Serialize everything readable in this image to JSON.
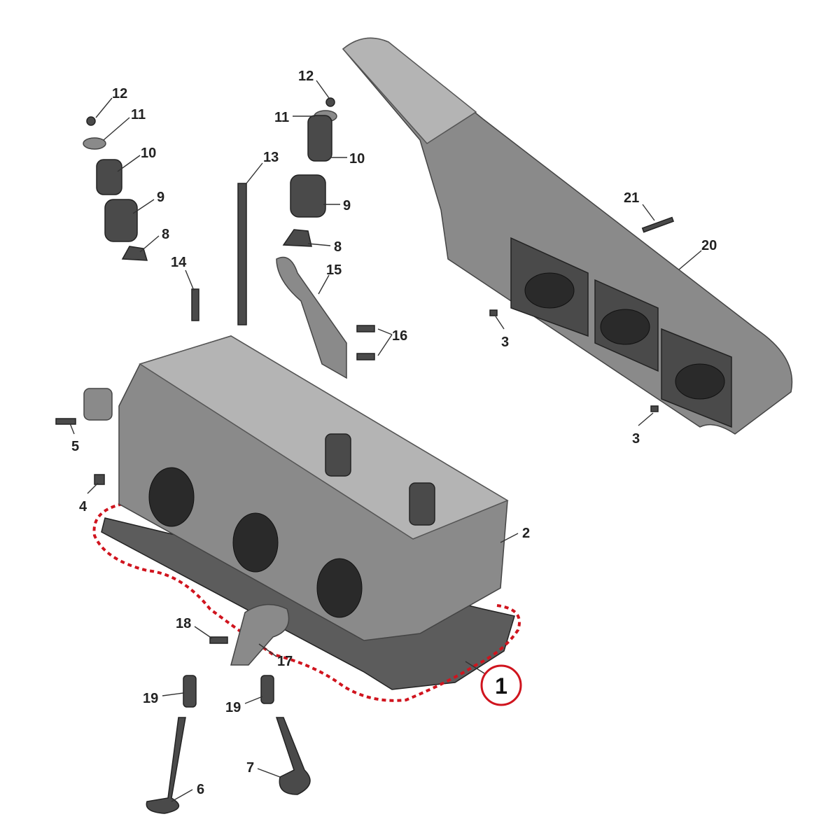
{
  "diagram": {
    "callouts": [
      {
        "id": "c12a",
        "text": "12"
      },
      {
        "id": "c11a",
        "text": "11"
      },
      {
        "id": "c10a",
        "text": "10"
      },
      {
        "id": "c9a",
        "text": "9"
      },
      {
        "id": "c8a",
        "text": "8"
      },
      {
        "id": "c12b",
        "text": "12"
      },
      {
        "id": "c11b",
        "text": "11"
      },
      {
        "id": "c10b",
        "text": "10"
      },
      {
        "id": "c9b",
        "text": "9"
      },
      {
        "id": "c8b",
        "text": "8"
      },
      {
        "id": "c13",
        "text": "13"
      },
      {
        "id": "c14",
        "text": "14"
      },
      {
        "id": "c15",
        "text": "15"
      },
      {
        "id": "c16",
        "text": "16"
      },
      {
        "id": "c21",
        "text": "21"
      },
      {
        "id": "c20",
        "text": "20"
      },
      {
        "id": "c3a",
        "text": "3"
      },
      {
        "id": "c3b",
        "text": "3"
      },
      {
        "id": "c5",
        "text": "5"
      },
      {
        "id": "c4",
        "text": "4"
      },
      {
        "id": "c2",
        "text": "2"
      },
      {
        "id": "c18",
        "text": "18"
      },
      {
        "id": "c17",
        "text": "17"
      },
      {
        "id": "c19a",
        "text": "19"
      },
      {
        "id": "c19b",
        "text": "19"
      },
      {
        "id": "c7",
        "text": "7"
      },
      {
        "id": "c6",
        "text": "6"
      }
    ],
    "highlighted": {
      "text": "1",
      "color": "#d0141e"
    }
  }
}
